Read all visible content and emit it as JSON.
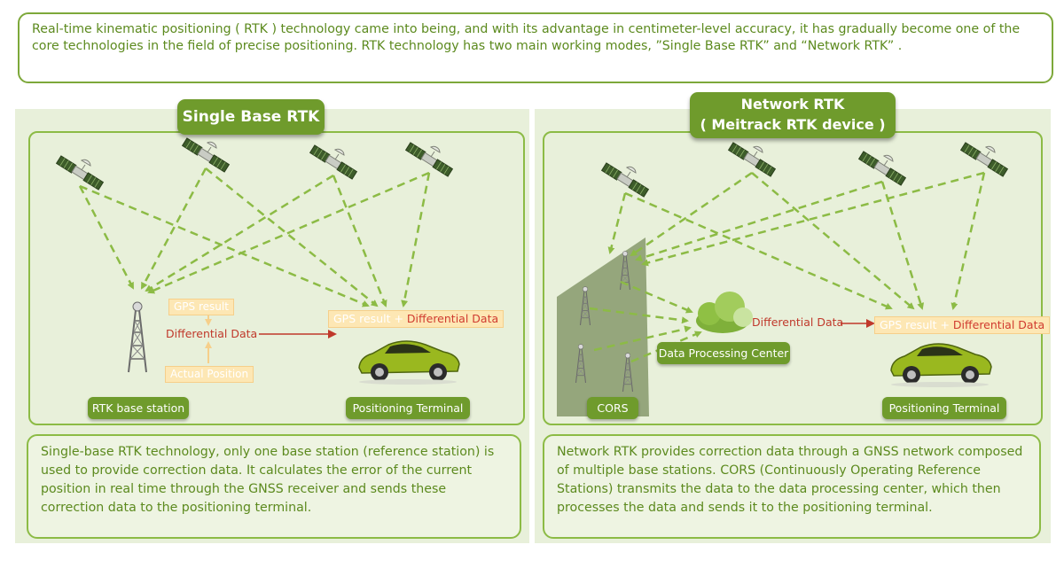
{
  "intro": {
    "text": "Real-time kinematic positioning ( RTK ) technology came into being, and with its advantage in centimeter-level accuracy, it has gradually become one of the core technologies in the field of precise positioning. RTK technology has two main working modes, ”Single Base RTK” and “Network RTK” ."
  },
  "left": {
    "title": "Single Base RTK",
    "gps_result": "GPS result",
    "differential_data": "Differential Data",
    "actual_position": "Actual Position",
    "combo_gps": "GPS result + ",
    "combo_diff": "Differential Data",
    "base_station_label": "RTK base station",
    "terminal_label": "Positioning Terminal",
    "description": "Single-base RTK technology, only one base station (reference station) is used to provide correction data. It calculates the error of the current position in real time through the GNSS receiver and sends these correction data to the positioning terminal."
  },
  "right": {
    "title_line1": "Network RTK",
    "title_line2": "( Meitrack RTK device )",
    "differential_data": "Differential Data",
    "combo_gps": "GPS result + ",
    "combo_diff": "Differential Data",
    "data_center_label": "Data Processing Center",
    "cors_label": "CORS",
    "terminal_label": "Positioning Terminal",
    "description": "Network RTK provides correction data through a GNSS network composed of multiple base stations. CORS (Continuously Operating Reference Stations) transmits the data to the data processing center, which then processes the data and sends it to the positioning terminal."
  },
  "colors": {
    "accent_green": "#6f9b2c",
    "frame_green": "#8cbb45",
    "text_green": "#5c8a1e",
    "panel_bg": "#e8f0da",
    "arrow_red": "#c0392b",
    "car_green": "#9ab81f"
  },
  "icons": {
    "satellite": "satellite-icon",
    "tower": "antenna-tower-icon",
    "car": "car-icon",
    "cloud": "cloud-icon"
  }
}
